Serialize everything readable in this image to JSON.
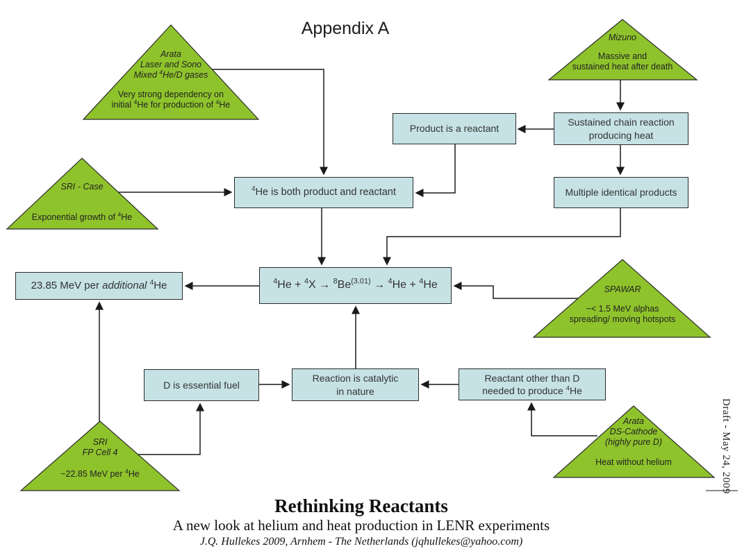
{
  "page": {
    "title": "Appendix A",
    "draft_note": "Draft - May 24, 2009",
    "footer": {
      "title": "Rethinking Reactants",
      "subtitle": "A new look at helium and heat production in LENR experiments",
      "credit": "J.Q. Hullekes 2009, Arnhem - The Netherlands (jqhullekes@yahoo.com)"
    }
  },
  "colors": {
    "triangle_fill": "#8FC32C",
    "box_fill": "#C6E2E5",
    "line": "#1a1a1a"
  },
  "boxes": [
    {
      "id": "product-is-reactant",
      "text": "Product is a reactant"
    },
    {
      "id": "sustained-chain-reaction",
      "text": "Sustained chain reaction\nproducing heat"
    },
    {
      "id": "he4-both-product-reactant",
      "text": "^{4}He is both product and reactant"
    },
    {
      "id": "multiple-identical-products",
      "text": "Multiple identical products"
    },
    {
      "id": "mev-per-additional-he4",
      "text": "23.85 MeV per *additional* ^{4}He"
    },
    {
      "id": "reaction-equation",
      "text": "^{4}He + ^{4}X → ^{8}Be^{(3.01)} → ^{4}He + ^{4}He"
    },
    {
      "id": "d-essential-fuel",
      "text": "D is essential fuel"
    },
    {
      "id": "reaction-catalytic",
      "text": "Reaction is catalytic\nin nature"
    },
    {
      "id": "reactant-other-than-d",
      "text": "Reactant other than D\nneeded to produce ^{4}He"
    }
  ],
  "triangles": [
    {
      "id": "arata-laser-sono",
      "name": "Arata\nLaser and Sono\nMixed ^{4}He/D gases",
      "finding": "Very strong dependency on\ninitial ^{4}He for production of ^{4}He"
    },
    {
      "id": "mizuno",
      "name": "Mizuno",
      "finding": "Massive and\nsustained heat after death"
    },
    {
      "id": "sri-case",
      "name": "SRI - Case",
      "finding": "Exponential growth of ^{4}He"
    },
    {
      "id": "spawar",
      "name": "SPAWAR",
      "finding": "~< 1.5 MeV alphas\nspreading/ moving hotspots"
    },
    {
      "id": "sri-fp-cell-4",
      "name": "SRI\nFP Cell 4",
      "finding": "~22.85 MeV per ^{4}He"
    },
    {
      "id": "arata-ds-cathode",
      "name": "Arata\nDS-Cathode\n(highly pure D)",
      "finding": "Heat without helium"
    }
  ]
}
